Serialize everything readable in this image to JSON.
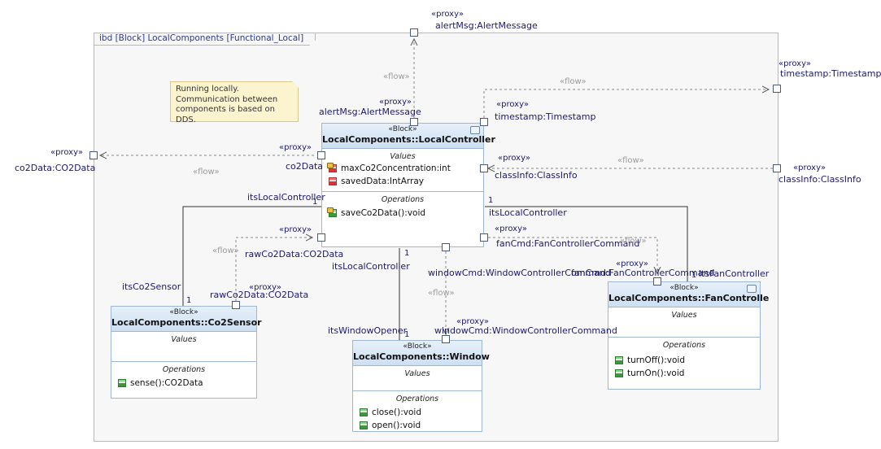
{
  "frame": {
    "title": "ibd [Block] LocalComponents [Functional_Local]"
  },
  "note": {
    "text": "Running locally. Communication between components is based on DDS."
  },
  "stereotypes": {
    "proxy": "«proxy»",
    "block": "«Block»"
  },
  "flow_label": "«flow»",
  "blocks": {
    "controller": {
      "name": "LocalComponents::LocalController",
      "values_label": "Values",
      "operations_label": "Operations",
      "values": [
        "maxCo2Concentration:int",
        "savedData:IntArray"
      ],
      "operations": [
        "saveCo2Data():void"
      ]
    },
    "sensor": {
      "name": "LocalComponents::Co2Sensor",
      "values_label": "Values",
      "operations_label": "Operations",
      "operations": [
        "sense():CO2Data"
      ]
    },
    "window": {
      "name": "LocalComponents::Window",
      "values_label": "Values",
      "operations_label": "Operations",
      "operations": [
        "close():void",
        "open():void"
      ]
    },
    "fan": {
      "name": "LocalComponents::FanControlle",
      "values_label": "Values",
      "operations_label": "Operations",
      "operations": [
        "turnOff():void",
        "turnOn():void"
      ]
    }
  },
  "ports": {
    "alert_ext": "alertMsg:AlertMessage",
    "alert_ctrl": "alertMsg:AlertMessage",
    "timestamp_ext": "timestamp:Timestamp",
    "timestamp_ctrl": "timestamp:Timestamp",
    "co2data_ext": "co2Data:CO2Data",
    "co2data_ctrl": "co2Data",
    "classinfo_ext": "classInfo:ClassInfo",
    "classinfo_ctrl": "classInfo:ClassInfo",
    "rawco2_ctrl": "rawCo2Data:CO2Data",
    "rawco2_sensor": "rawCo2Data:CO2Data",
    "fancmd_ctrl": "fanCmd:FanControllerCommand",
    "fancmd_fan": "fanCmd:FanControllerCommand",
    "windowcmd_ctrl": "windowCmd:WindowControllerCommand",
    "windowcmd_window": "windowCmd:WindowControllerCommand"
  },
  "roles": {
    "its_local_controller_a": "itsLocalController",
    "its_local_controller_b": "itsLocalController",
    "its_local_controller_c": "itsLocalController",
    "its_co2_sensor": "itsCo2Sensor",
    "its_window_opener": "itsWindowOpener",
    "its_fan_controller": "itsFanController"
  },
  "multiplicities": [
    "1",
    "1",
    "1",
    "1",
    "1",
    "1"
  ]
}
